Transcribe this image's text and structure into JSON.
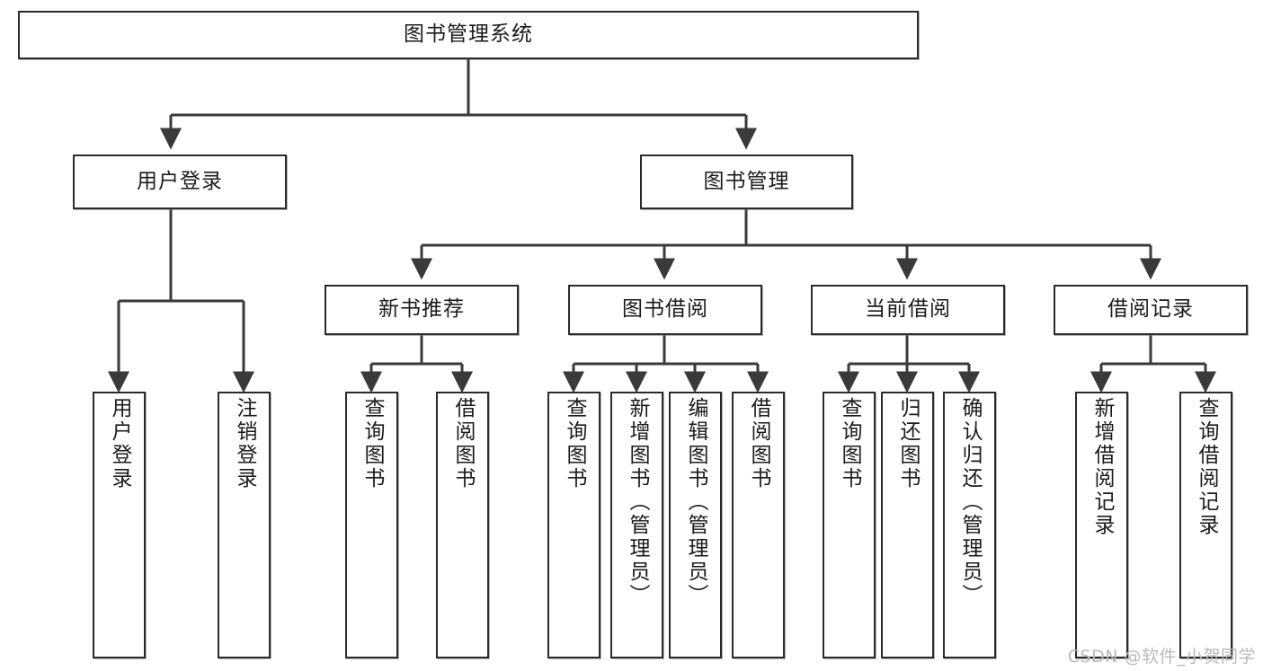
{
  "diagram": {
    "title": "图书管理系统",
    "type": "hierarchy-tree",
    "root": {
      "label": "图书管理系统"
    },
    "level2": [
      {
        "label": "用户登录"
      },
      {
        "label": "图书管理"
      }
    ],
    "level3": [
      {
        "label": "新书推荐",
        "parent": "图书管理"
      },
      {
        "label": "图书借阅",
        "parent": "图书管理"
      },
      {
        "label": "当前借阅",
        "parent": "图书管理"
      },
      {
        "label": "借阅记录",
        "parent": "图书管理"
      }
    ],
    "leaves": {
      "user_login": [
        {
          "label": "用户登录"
        },
        {
          "label": "注销登录"
        }
      ],
      "new_book": [
        {
          "label": "查询图书"
        },
        {
          "label": "借阅图书"
        }
      ],
      "book_borrow": [
        {
          "label": "查询图书"
        },
        {
          "label": "新增图书（管理员）"
        },
        {
          "label": "编辑图书（管理员）"
        },
        {
          "label": "借阅图书"
        }
      ],
      "current_borrow": [
        {
          "label": "查询图书"
        },
        {
          "label": "归还图书"
        },
        {
          "label": "确认归还（管理员）"
        }
      ],
      "borrow_record": [
        {
          "label": "新增借阅记录"
        },
        {
          "label": "查询借阅记录"
        }
      ]
    }
  },
  "watermark": {
    "text": "CSDN @软件_小贺同学"
  },
  "colors": {
    "box_border": "#2b2b2b",
    "box_fill": "#ffffff",
    "line": "#3a3a3a",
    "text": "#1b1b1b",
    "watermark": "#b9b9b9"
  }
}
